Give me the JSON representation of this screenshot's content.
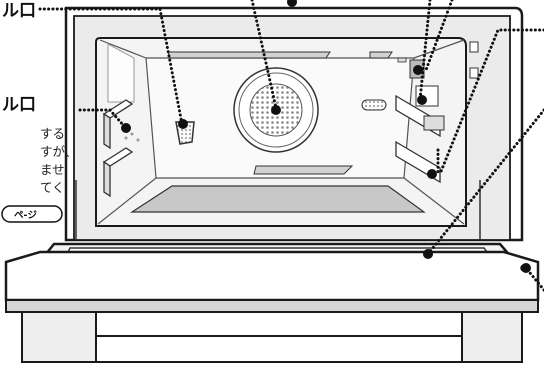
{
  "labels": {
    "top_left_label": "ル口",
    "mid_left_label": "ル口",
    "note_lines": [
      "する",
      "すが、",
      "ませ",
      "てく"
    ],
    "page_ref": "ペ-ジ"
  },
  "colors": {
    "outline": "#1a1a1a",
    "body_fill": "#ffffff",
    "interior_fill": "#f4f4f4",
    "frame_fill": "#ebebeb",
    "tray_fill": "#e2e2e2",
    "heater_fill": "#d2d2d2",
    "fan_dots": "#888888"
  }
}
